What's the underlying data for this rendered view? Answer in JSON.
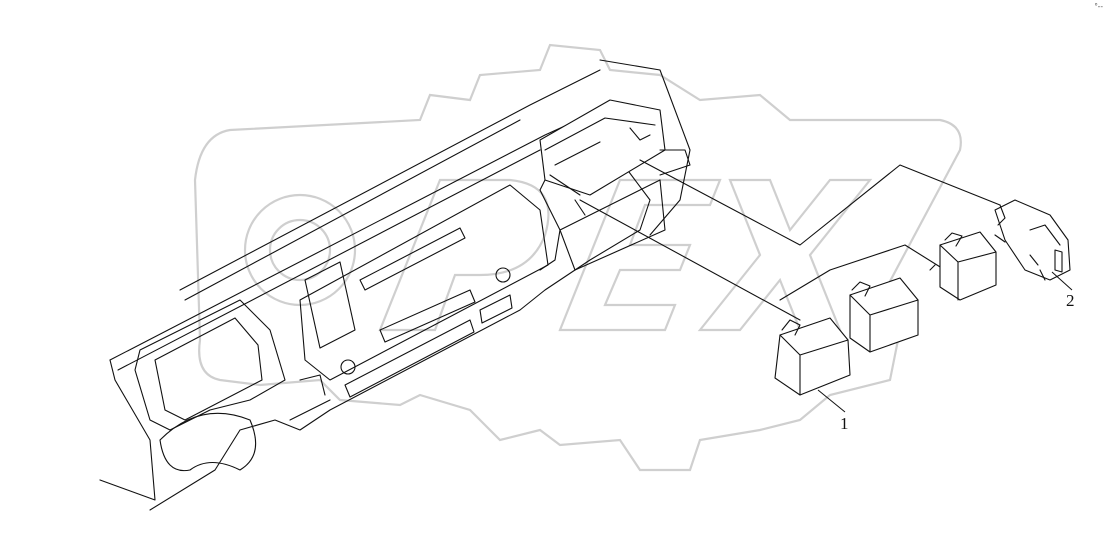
{
  "callouts": {
    "part_1": "1",
    "part_2": "2"
  },
  "watermark": {
    "text": "OPEX",
    "color": "#cfcfcf"
  },
  "corner_mark": "°--"
}
